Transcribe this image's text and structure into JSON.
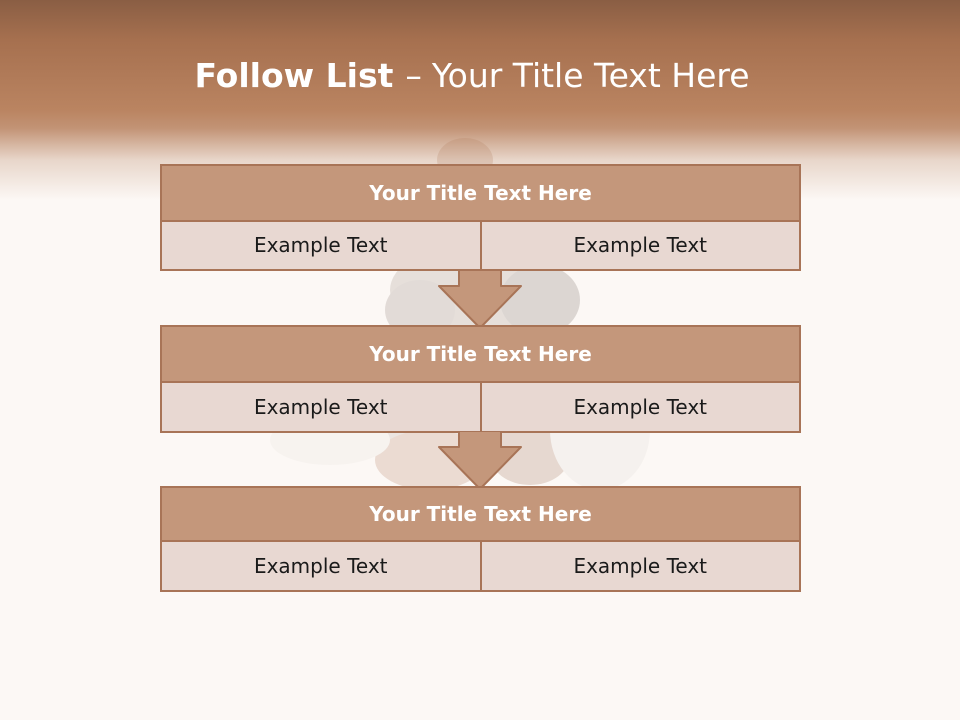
{
  "slide": {
    "title_bold": "Follow List",
    "title_sep": "–",
    "title_rest": "Your Title Text Here"
  },
  "blocks": [
    {
      "title": "Your Title Text Here",
      "left": "Example Text",
      "right": "Example Text"
    },
    {
      "title": "Your Title Text Here",
      "left": "Example Text",
      "right": "Example Text"
    },
    {
      "title": "Your Title Text Here",
      "left": "Example Text",
      "right": "Example Text"
    }
  ],
  "colors": {
    "header": "#b88260",
    "block_title_fill": "#c4977b",
    "block_border": "#a87457",
    "cell_fill": "#e8d8d2",
    "background": "#fcf8f5"
  },
  "icons": [
    "down-arrow-icon",
    "down-arrow-icon"
  ]
}
